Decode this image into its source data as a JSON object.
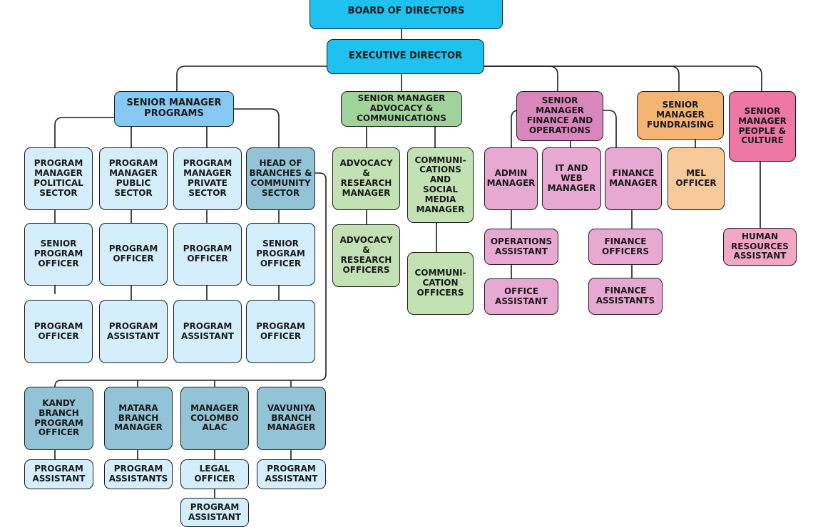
{
  "nodes": {
    "board": "BOARD OF DIRECTORS",
    "exec": "EXECUTIVE DIRECTOR",
    "sm_programs": "SENIOR MANAGER\nPROGRAMS",
    "sm_advocacy": "SENIOR MANAGER\nADVOCACY &\nCOMMUNICATIONS",
    "sm_finance": "SENIOR\nMANAGER\nFINANCE AND\nOPERATIONS",
    "sm_fundraising": "SENIOR\nMANAGER\nFUNDRAISING",
    "sm_people": "SENIOR\nMANAGER\nPEOPLE &\nCULTURE",
    "pm_political": "PROGRAM\nMANAGER\nPOLITICAL\nSECTOR",
    "pm_public": "PROGRAM\nMANAGER\nPUBLIC\nSECTOR",
    "pm_private": "PROGRAM\nMANAGER\nPRIVATE\nSECTOR",
    "head_branches": "HEAD OF\nBRANCHES &\nCOMMUNITY\nSECTOR",
    "spo_political": "SENIOR\nPROGRAM\nOFFICER",
    "po_public": "PROGRAM\nOFFICER",
    "po_private": "PROGRAM\nOFFICER",
    "spo_branches": "SENIOR\nPROGRAM\nOFFICER",
    "po_political": "PROGRAM\nOFFICER",
    "pa_public": "PROGRAM\nASSISTANT",
    "pa_private": "PROGRAM\nASSISTANT",
    "po_branches": "PROGRAM\nOFFICER",
    "kandy": "KANDY\nBRANCH\nPROGRAM\nOFFICER",
    "matara": "MATARA\nBRANCH\nMANAGER",
    "colombo": "MANAGER\nCOLOMBO\nALAC",
    "vavuniya": "VAVUNIYA\nBRANCH\nMANAGER",
    "kandy_pa": "PROGRAM\nASSISTANT",
    "matara_pa": "PROGRAM\nASSISTANTS",
    "legal_officer": "LEGAL\nOFFICER",
    "vavuniya_pa": "PROGRAM\nASSISTANT",
    "colombo_pa": "PROGRAM\nASSISTANT",
    "adv_manager": "ADVOCACY\n&\nRESEARCH\nMANAGER",
    "adv_officers": "ADVOCACY\n&\nRESEARCH\nOFFICERS",
    "comm_manager": "COMMUNI-\nCATIONS\nAND\nSOCIAL\nMEDIA\nMANAGER",
    "comm_officers": "COMMUNI-\nCATION\nOFFICERS",
    "admin_manager": "ADMIN\nMANAGER",
    "it_manager": "IT AND\nWEB\nMANAGER",
    "finance_manager": "FINANCE\nMANAGER",
    "ops_assistant": "OPERATIONS\nASSISTANT",
    "office_assistant": "OFFICE\nASSISTANT",
    "finance_officers": "FINANCE\nOFFICERS",
    "finance_assistants": "FINANCE\nASSISTANTS",
    "mel_officer": "MEL\nOFFICER",
    "hr_assistant": "HUMAN\nRESOURCES\nASSISTANT"
  },
  "colors": {
    "top": "#1fc2ef",
    "programs_senior": "#86c9f2",
    "programs_staff": "#d4eefc",
    "branches": "#93c3d6",
    "advocacy_senior": "#9fd39a",
    "advocacy_staff": "#c2e2b3",
    "finance_senior": "#d986bd",
    "finance_staff": "#e7a9d1",
    "fundraising_senior": "#f6b474",
    "fundraising_staff": "#f8c99a",
    "people_senior": "#ef77a6",
    "people_staff": "#f3a7c7",
    "connector": "#1c1c1c"
  }
}
